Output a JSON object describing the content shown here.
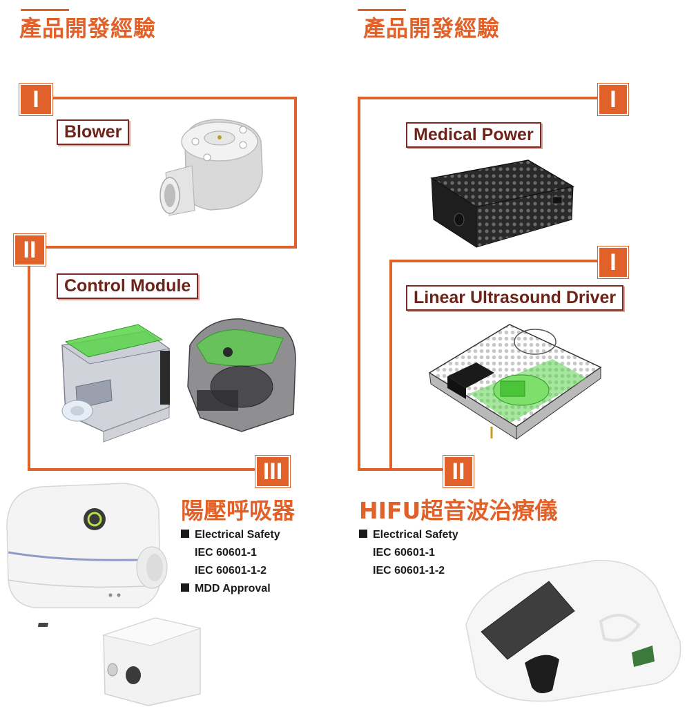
{
  "left": {
    "title": "產品開發經驗",
    "blower_label": "Blower",
    "control_label": "Control Module",
    "stage_1": "I",
    "stage_2": "II",
    "stage_3": "III",
    "product_name": "陽壓呼吸器",
    "specs": [
      {
        "text": "Electrical Safety",
        "bullet": true
      },
      {
        "text": "IEC 60601-1",
        "bullet": false
      },
      {
        "text": "IEC 60601-1-2",
        "bullet": false
      },
      {
        "text": "MDD Approval",
        "bullet": true
      }
    ]
  },
  "right": {
    "title": "產品開發經驗",
    "power_label": "Medical Power",
    "driver_label": "Linear Ultrasound Driver",
    "stage_1a": "I",
    "stage_1b": "I",
    "stage_2": "II",
    "product_name": "HIFU超音波治療儀",
    "specs": [
      {
        "text": "Electrical Safety",
        "bullet": true
      },
      {
        "text": "IEC 60601-1",
        "bullet": false
      },
      {
        "text": "IEC 60601-1-2",
        "bullet": false
      }
    ]
  },
  "colors": {
    "accent": "#e0622a",
    "label_border": "#7a2a22",
    "label_text": "#6e2319",
    "circuit_green": "#5bd34a"
  }
}
